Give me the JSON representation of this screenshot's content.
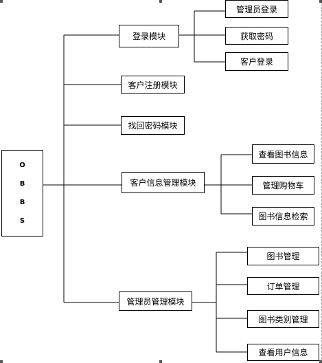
{
  "root": {
    "letters": [
      "O",
      "B",
      "B",
      "S"
    ]
  },
  "modules": {
    "login": {
      "label": "登录模块",
      "children": [
        "管理员登录",
        "获取密码",
        "客户登录"
      ]
    },
    "register": {
      "label": "客户注册模块"
    },
    "recover": {
      "label": "找回密码模块"
    },
    "customer_info": {
      "label": "客户信息管理模块",
      "children": [
        "查看图书信息",
        "管理购物车",
        "图书信息检索"
      ]
    },
    "admin": {
      "label": "管理员管理模块",
      "children": [
        "图书管理",
        "订单管理",
        "图书类别管理",
        "查看用户信息"
      ]
    }
  },
  "colors": {
    "line": "#000000",
    "box_border": "#000000"
  }
}
